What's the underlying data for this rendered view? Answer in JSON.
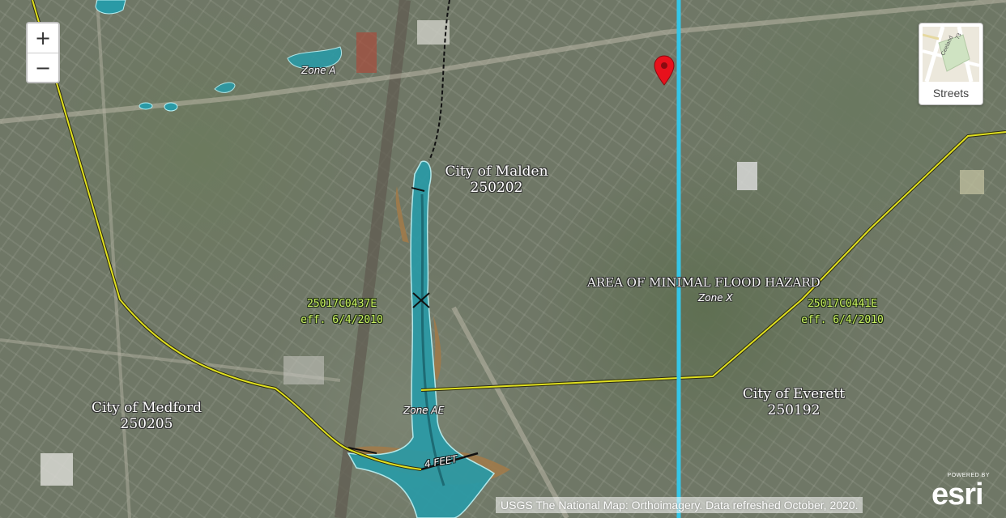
{
  "map": {
    "colors": {
      "flood_zone_fill": "#2a9aa6",
      "boundary": "#e0e020",
      "panel_line": "#35c6e8",
      "marker": "#e8111c",
      "railway": "#111111",
      "mud": "#a07a4a"
    },
    "labels": {
      "zone_a": "Zone A",
      "malden_name": "City of Malden",
      "malden_id": "250202",
      "panel_0437_id": "25017C0437E",
      "panel_0437_eff": "eff. 6/4/2010",
      "hazard": "AREA OF MINIMAL FLOOD HAZARD",
      "zone_x": "Zone X",
      "panel_0441_id": "25017C0441E",
      "panel_0441_eff": "eff. 6/4/2010",
      "medford_name": "City of Medford",
      "medford_id": "250205",
      "zone_ae": "Zone AE",
      "everett_name": "City of Everett",
      "everett_id": "250192",
      "feet": "4 FEET"
    },
    "marker_icon": "map-pin-icon"
  },
  "controls": {
    "zoom_in": "+",
    "zoom_out": "−",
    "basemap_label": "Streets",
    "basemap_thumb_text": "Ceeland",
    "basemap_thumb_text2": "73"
  },
  "attribution": {
    "text": "USGS The National Map: Orthoimagery. Data refreshed October, 2020."
  },
  "esri_logo": {
    "powered": "POWERED BY",
    "word": "esri"
  }
}
